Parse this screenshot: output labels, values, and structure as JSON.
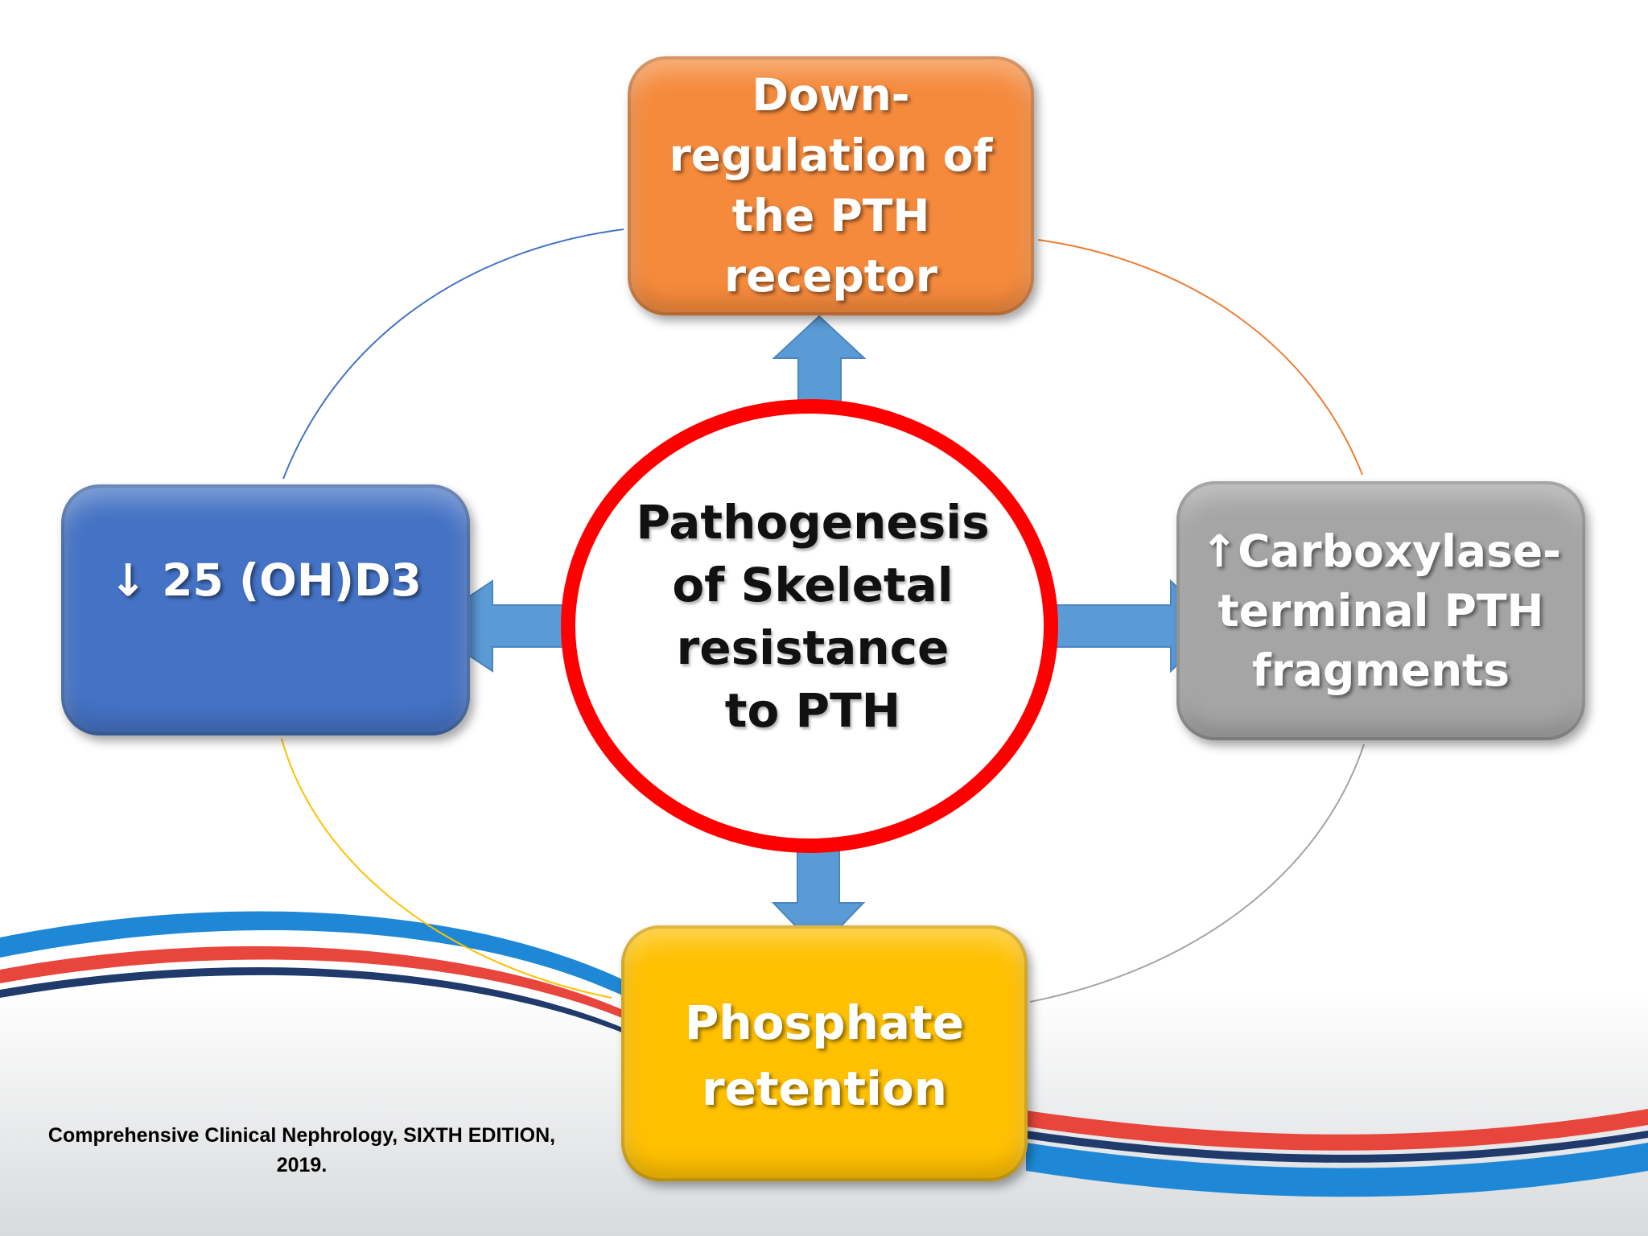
{
  "diagram": {
    "center_lines": [
      "Pathogenesis",
      "of Skeletal",
      "resistance",
      "to PTH"
    ],
    "boxes": {
      "top": {
        "lines": [
          "Down-",
          "regulation of",
          "the PTH",
          "receptor"
        ],
        "color": "#F58A3C"
      },
      "left": {
        "lines": [
          "↓ 25 (OH)D3"
        ],
        "color": "#4472C4"
      },
      "right": {
        "lines": [
          "↑Carboxylase-",
          "terminal PTH",
          "fragments"
        ],
        "color": "#A5A5A5"
      },
      "bottom": {
        "lines": [
          "Phosphate",
          "retention"
        ],
        "color": "#FFC000"
      }
    },
    "ring_color": "#FF0000",
    "arrow_color": "#5B9BD5",
    "orbit_colors": {
      "upper_left": "#4472C4",
      "upper_right": "#ED7D31",
      "lower_left": "#FFC000",
      "lower_right": "#A5A5A5"
    }
  },
  "decor": {
    "wave_blue": "#1E88D6",
    "wave_red": "#E8453C",
    "wave_navy": "#1F3A6B"
  },
  "citation": {
    "lines": [
      "Comprehensive Clinical Nephrology, SIXTH EDITION,",
      "2019."
    ]
  }
}
